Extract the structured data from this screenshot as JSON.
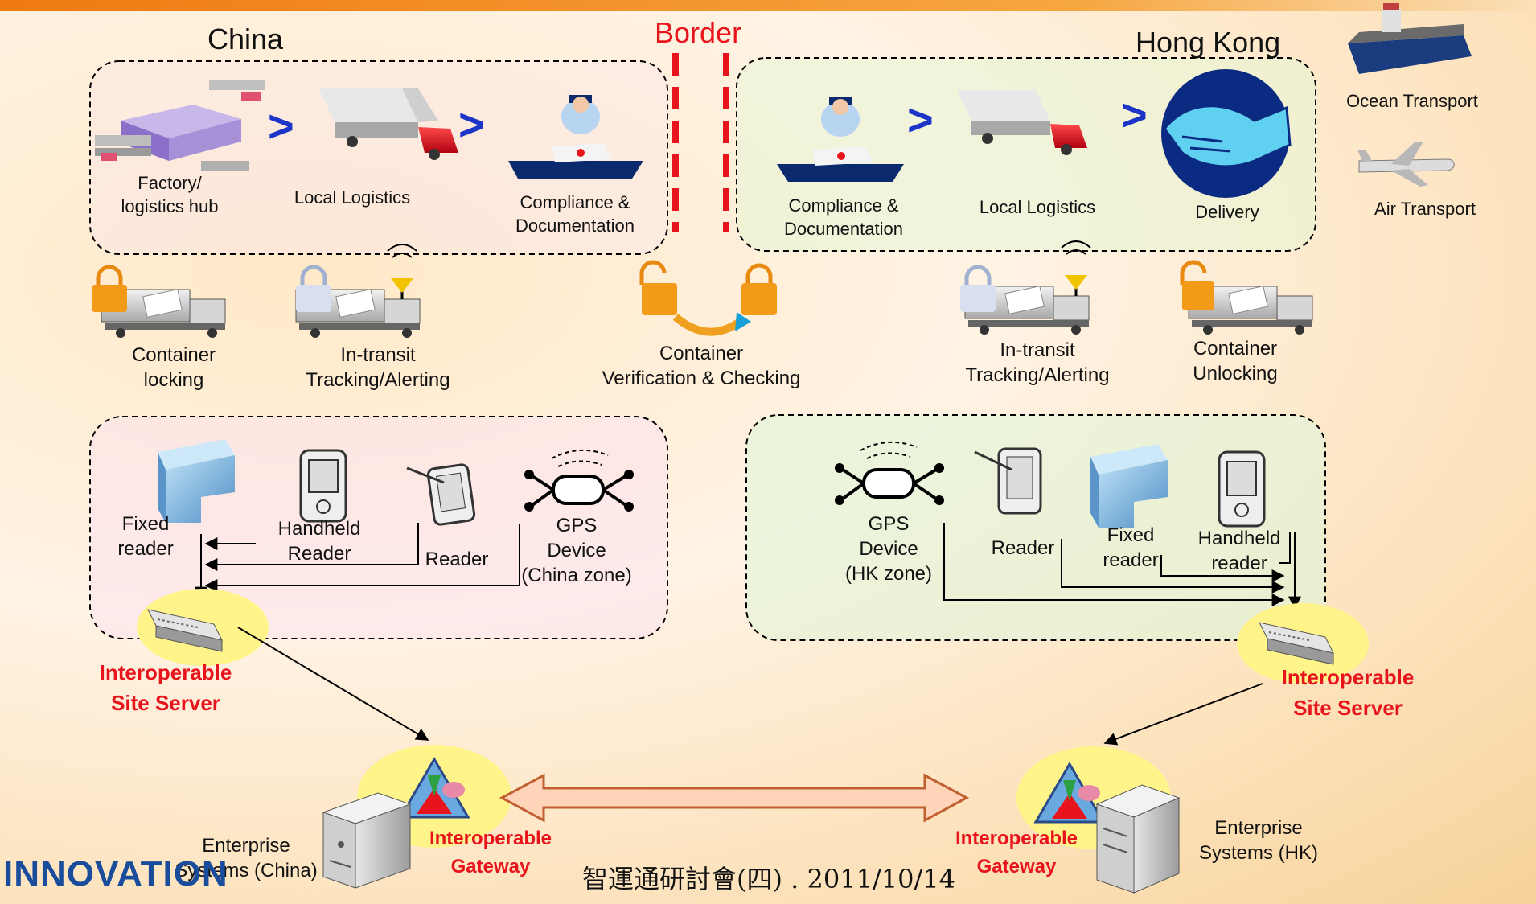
{
  "regions": {
    "china": "China",
    "border": "Border",
    "hong_kong": "Hong Kong"
  },
  "china_steps": [
    {
      "label_line1": "Factory/",
      "label_line2": "logistics hub"
    },
    {
      "label_line1": "Local Logistics",
      "label_line2": ""
    },
    {
      "label_line1": "Compliance &",
      "label_line2": "Documentation"
    }
  ],
  "hk_steps": [
    {
      "label_line1": "Compliance &",
      "label_line2": "Documentation"
    },
    {
      "label_line1": "Local Logistics",
      "label_line2": ""
    },
    {
      "label_line1": "Delivery",
      "label_line2": ""
    }
  ],
  "transport": {
    "ocean": "Ocean Transport",
    "air": "Air Transport"
  },
  "container_stages": [
    {
      "line1": "Container",
      "line2": "locking"
    },
    {
      "line1": "In-transit",
      "line2": "Tracking/Alerting"
    },
    {
      "line1": "Container",
      "line2": "Verification & Checking"
    },
    {
      "line1": "In-transit",
      "line2": "Tracking/Alerting"
    },
    {
      "line1": "Container",
      "line2": "Unlocking"
    }
  ],
  "china_devices": {
    "fixed_reader": [
      "Fixed",
      "reader"
    ],
    "handheld_reader": [
      "Handheld",
      "Reader"
    ],
    "reader": "Reader",
    "gps": [
      "GPS",
      "Device",
      "(China zone)"
    ]
  },
  "hk_devices": {
    "gps": [
      "GPS",
      "Device",
      "(HK zone)"
    ],
    "reader": "Reader",
    "fixed_reader": [
      "Fixed",
      "reader"
    ],
    "handheld_reader": [
      "Handheld",
      "reader"
    ]
  },
  "site_server": [
    "Interoperable",
    "Site Server"
  ],
  "gateway": [
    "Interoperable",
    "Gateway"
  ],
  "enterprise_china": [
    "Enterprise",
    "Systems (China)"
  ],
  "enterprise_hk": [
    "Enterprise",
    "Systems (HK)"
  ],
  "logo": "INNOVATION",
  "footer": "智運通研討會(四) . 2011/10/14",
  "colors": {
    "accent_red": "#e8141c",
    "logo_blue": "#1a4c9c",
    "arrow_blue": "#1c34c8",
    "top_bar": "#f07a12"
  }
}
